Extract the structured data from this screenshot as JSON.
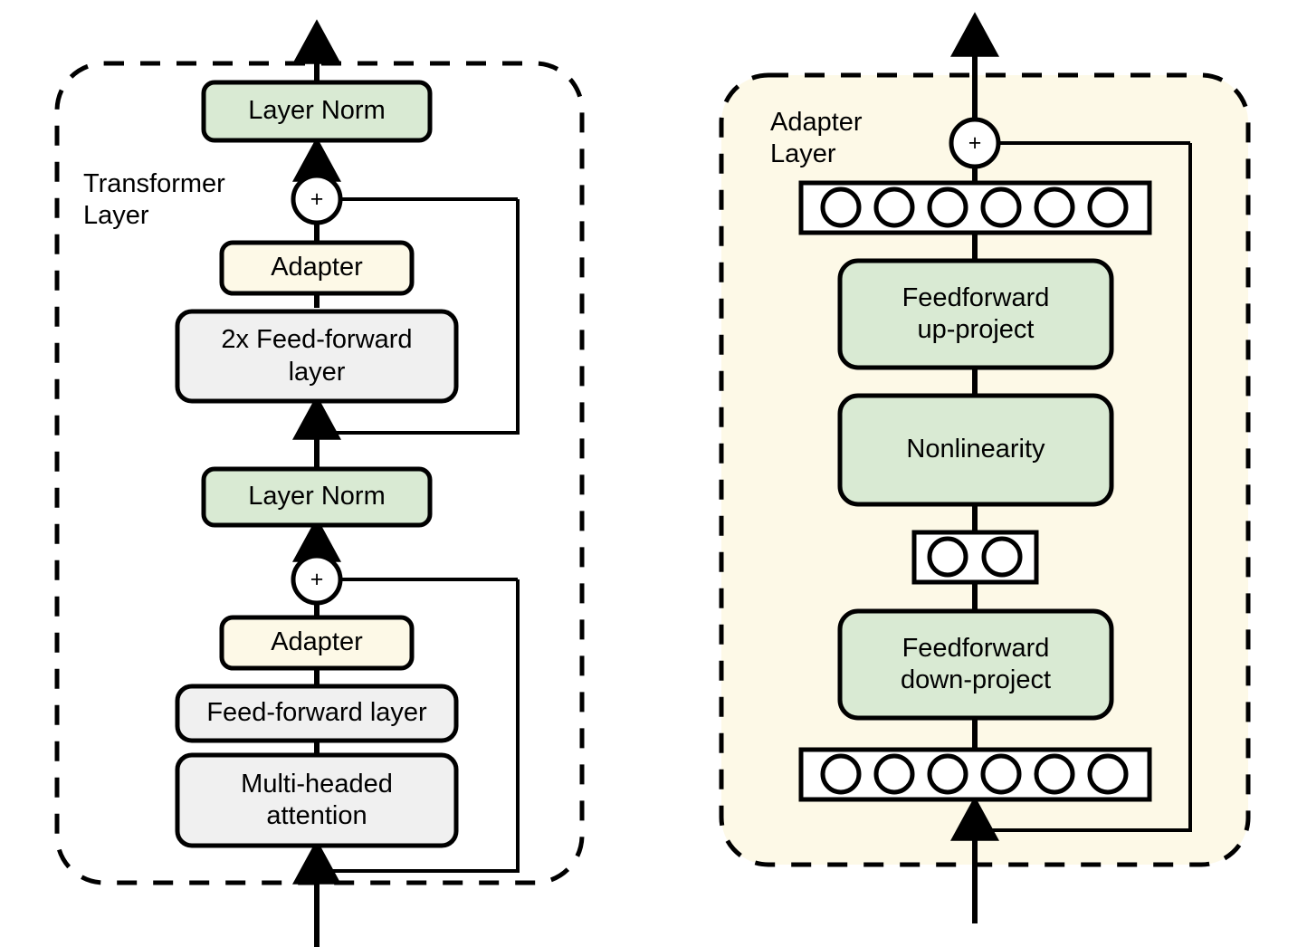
{
  "figure": {
    "title": "Adapter-based Transformer architecture diagram",
    "background": "#ffffff",
    "stroke_color": "#000000",
    "colors": {
      "green_fill": "#d9ead3",
      "cream_fill": "#fdf9e7",
      "grey_fill": "#f0f0f0",
      "panel_fill": "#fdf9e7",
      "white_fill": "#ffffff",
      "stroke": "#000000"
    }
  },
  "left_panel": {
    "name": "transformer-layer-panel",
    "caption": "Transformer\nLayer",
    "boundary": "dashed-rounded-rectangle",
    "blocks": [
      {
        "id": "layer-norm-top",
        "label": "Layer Norm",
        "fill": "green"
      },
      {
        "id": "adapter-top",
        "label": "Adapter",
        "fill": "cream"
      },
      {
        "id": "feed-forward-2x",
        "label": "2x Feed-forward\nlayer",
        "fill": "grey"
      },
      {
        "id": "layer-norm-mid",
        "label": "Layer Norm",
        "fill": "green"
      },
      {
        "id": "adapter-bottom",
        "label": "Adapter",
        "fill": "cream"
      },
      {
        "id": "feed-forward-layer",
        "label": "Feed-forward layer",
        "fill": "grey"
      },
      {
        "id": "multi-headed-attention",
        "label": "Multi-headed\nattention",
        "fill": "grey"
      }
    ],
    "adders": [
      {
        "id": "add-top",
        "symbol": "+"
      },
      {
        "id": "add-bottom",
        "symbol": "+"
      }
    ]
  },
  "right_panel": {
    "name": "adapter-layer-panel",
    "caption": "Adapter\nLayer",
    "boundary": "dashed-rounded-rectangle",
    "blocks": [
      {
        "id": "feedforward-up-project",
        "label": "Feedforward\nup-project",
        "fill": "green"
      },
      {
        "id": "nonlinearity",
        "label": "Nonlinearity",
        "fill": "green"
      },
      {
        "id": "feedforward-down-project",
        "label": "Feedforward\ndown-project",
        "fill": "green"
      }
    ],
    "adders": [
      {
        "id": "add-adapter",
        "symbol": "+"
      }
    ],
    "neuron_rows": [
      {
        "id": "neuron-row-top",
        "count": 6
      },
      {
        "id": "neuron-row-bottleneck",
        "count": 2
      },
      {
        "id": "neuron-row-bottom",
        "count": 6
      }
    ]
  }
}
